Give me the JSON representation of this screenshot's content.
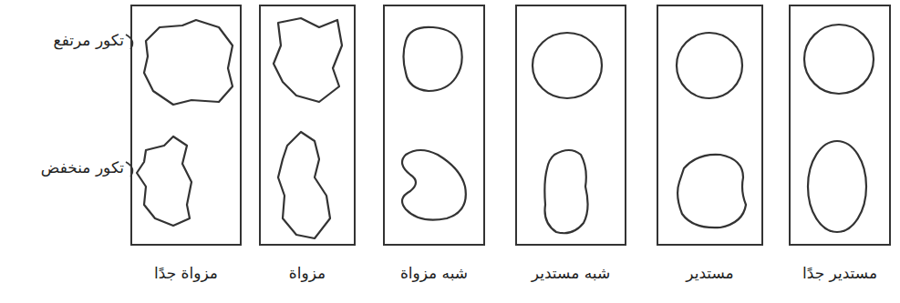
{
  "diagram": {
    "nodes": [
      {
        "text": [
          "مستدير جدًا"
        ]
      },
      {
        "text": [
          "مستدير"
        ]
      },
      {
        "text": [
          "شبه مستدير"
        ]
      },
      {
        "text": [
          "شبه مزواة"
        ]
      },
      {
        "text": [
          "مزواة"
        ]
      },
      {
        "text": [
          "مزواة جدًا"
        ]
      }
    ],
    "labels": [
      "تكور مرتفع",
      "تكور منخفض"
    ]
  }
}
